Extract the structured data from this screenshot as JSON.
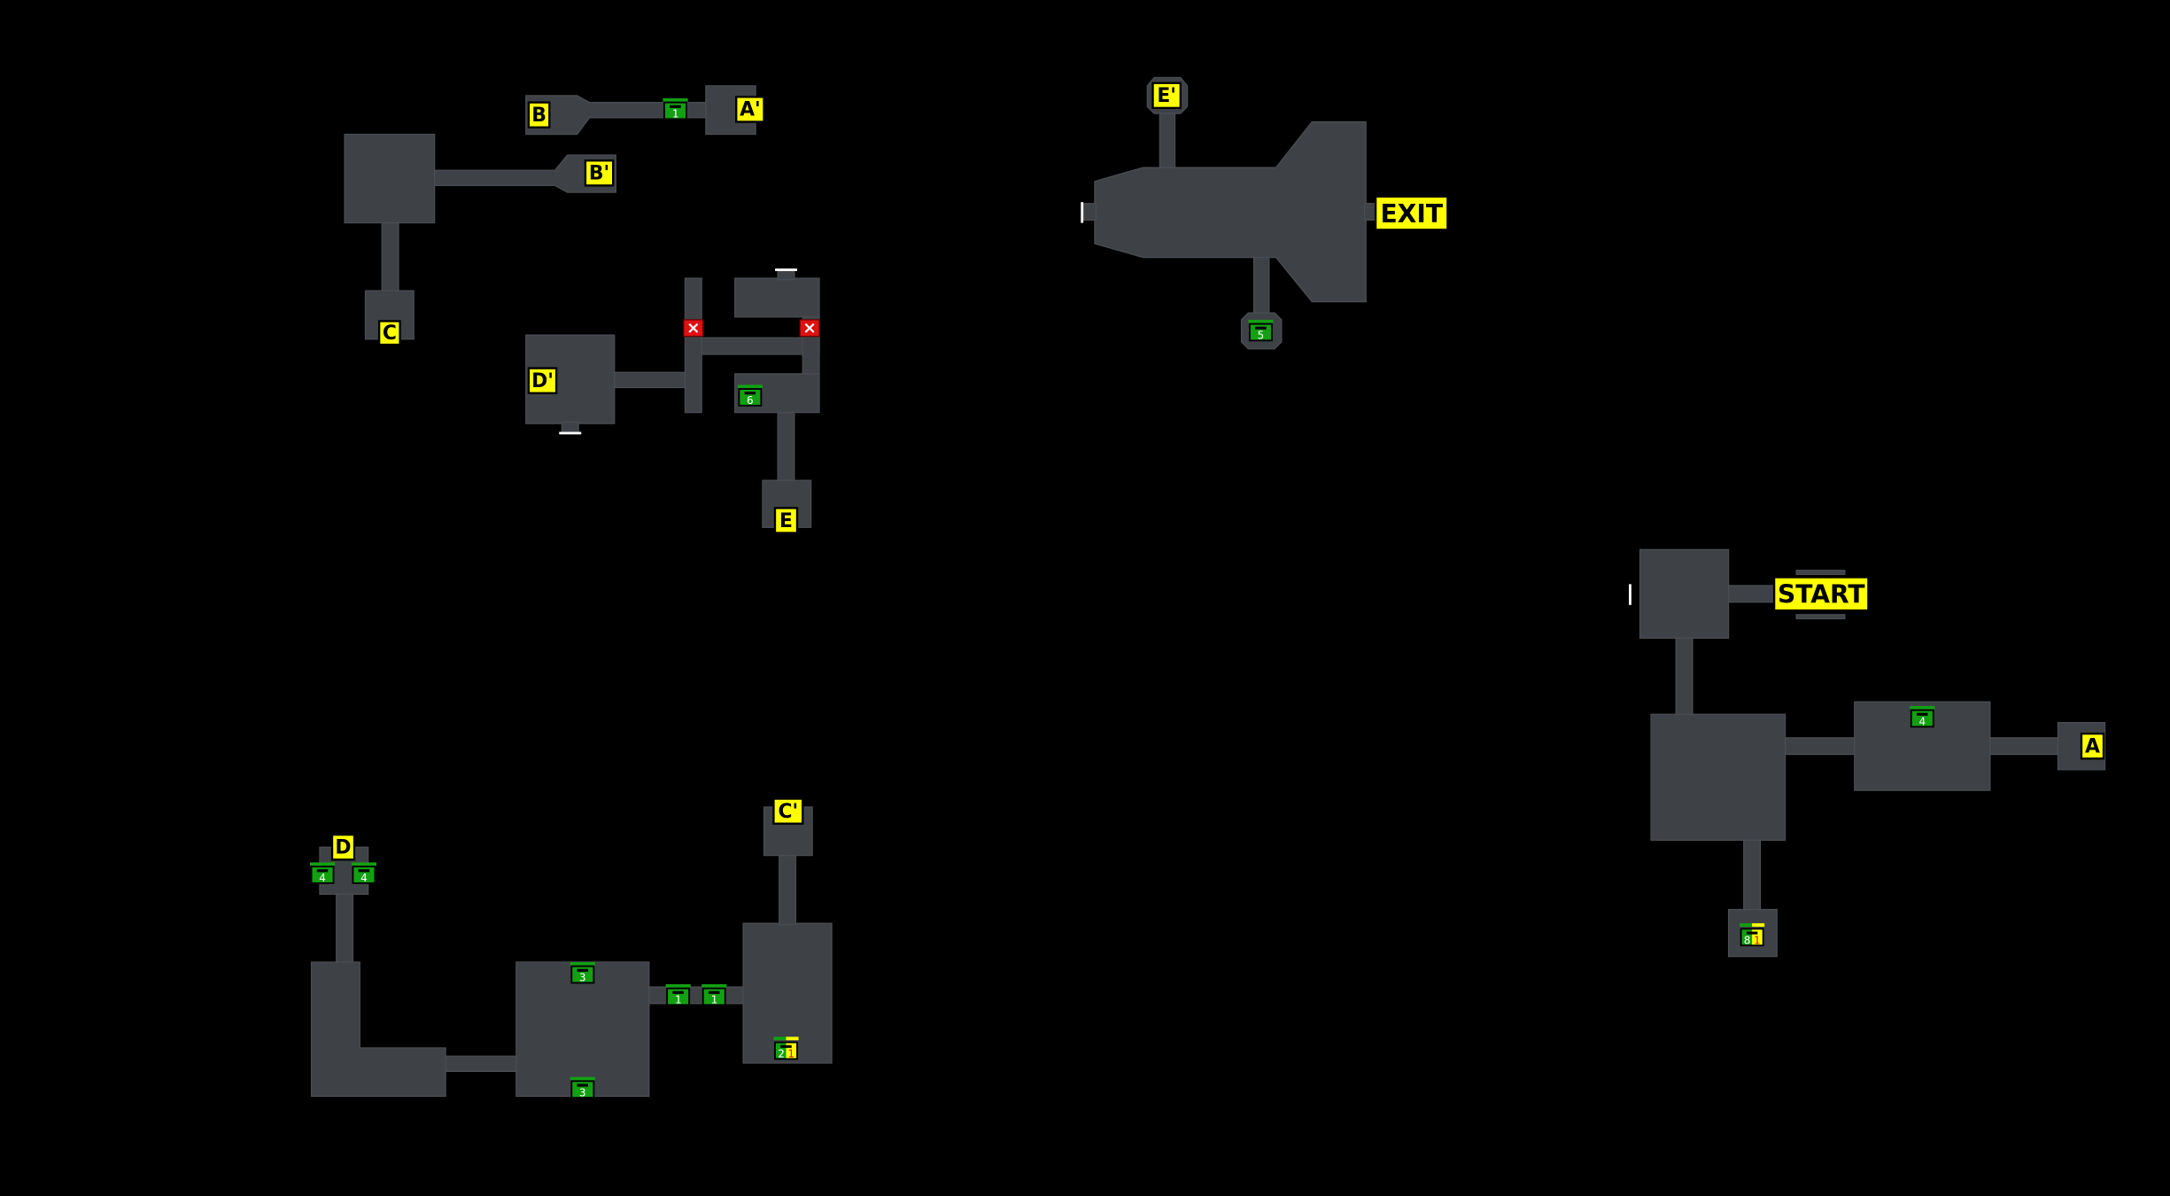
{
  "map": {
    "warps": {
      "A": "A",
      "A_prime": "A'",
      "B": "B",
      "B_prime": "B'",
      "C": "C",
      "C_prime": "C'",
      "D": "D",
      "D_prime": "D'",
      "E": "E",
      "E_prime": "E'"
    },
    "start_label": "START",
    "exit_label": "EXIT",
    "chests": {
      "top_corridor": "1",
      "cross_room": "6",
      "exit_south": "5",
      "east_room": "4",
      "south_east_left": "8",
      "south_east_right": "1",
      "d_left": "4",
      "d_right": "4",
      "big_room_top": "3",
      "big_room_bottom": "3",
      "corridor_left": "1",
      "corridor_right": "1",
      "c_room_left": "2",
      "c_room_right": "1"
    },
    "colors": {
      "background": "#000000",
      "floor": "#3e4146",
      "label": "#ffff00",
      "chest": "#12a012",
      "locked_door": "#e01010"
    }
  }
}
